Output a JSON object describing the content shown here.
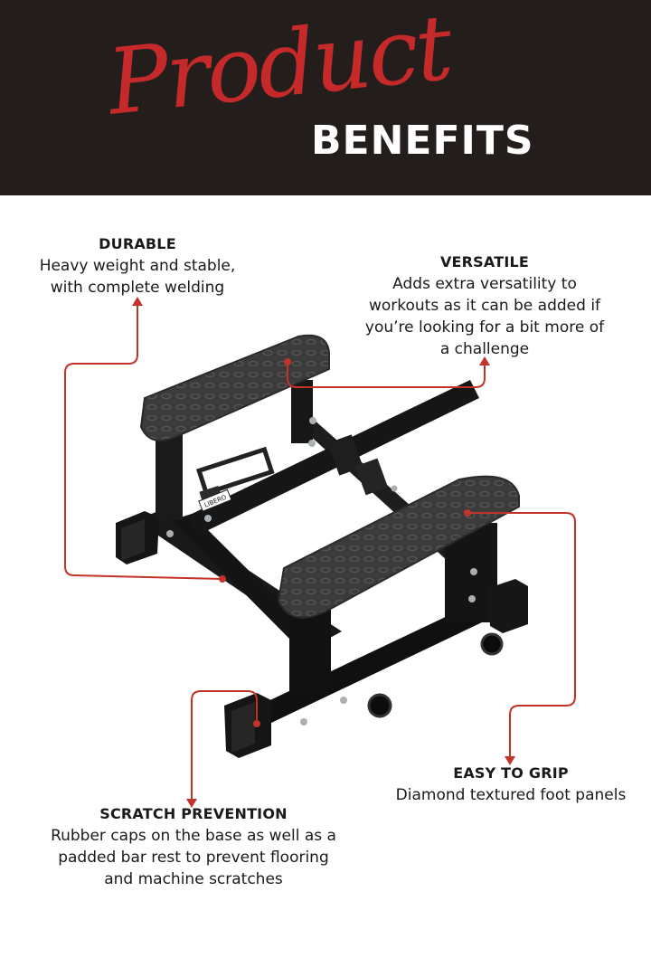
{
  "header": {
    "script_word": "Product",
    "bold_word": "BENEFITS"
  },
  "colors": {
    "banner": "#231e1c",
    "accent": "#c6292a",
    "frame": "#161616",
    "panel": "#3a3a3a"
  },
  "product": {
    "badge": "LIBERO"
  },
  "benefits": {
    "durable": {
      "heading": "DURABLE",
      "lines": [
        "Heavy weight and stable,",
        "with complete welding"
      ]
    },
    "versatile": {
      "heading": "VERSATILE",
      "lines": [
        "Adds extra versatility to",
        "workouts as it can be added if",
        "you’re looking for a bit more of",
        "a challenge"
      ]
    },
    "grip": {
      "heading": "EASY TO GRIP",
      "lines": [
        "Diamond textured foot panels"
      ]
    },
    "scratch": {
      "heading": "SCRATCH PREVENTION",
      "lines": [
        "Rubber caps on the base as well as a",
        "padded bar rest to prevent flooring",
        "and machine scratches"
      ]
    }
  }
}
